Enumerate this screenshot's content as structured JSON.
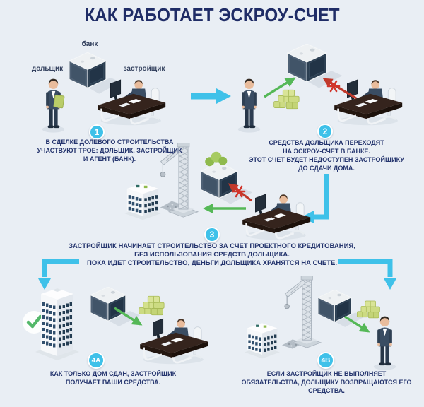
{
  "title": "КАК РАБОТАЕТ ЭСКРОУ-СЧЕТ",
  "colors": {
    "background": "#e9eef4",
    "heading_navy": "#1f2c66",
    "caption_navy": "#25356e",
    "accent_cyan": "#3fc1e9",
    "arrow_green": "#55b857",
    "arrow_red": "#c0392b",
    "money_green": "#ccdb82",
    "safe_blue": "#2c3f52"
  },
  "icons": {
    "check": "check-icon",
    "blocked": "blocked-asterisk-icon",
    "bank_safe": "bank-safe-cube",
    "money": "money-stack",
    "crane": "construction-crane"
  },
  "steps": {
    "s1": {
      "number": "1",
      "labels": {
        "bank": "банк",
        "shareholder": "дольщик",
        "developer": "застройщик"
      },
      "caption_lines": [
        "В СДЕЛКЕ ДОЛЕВОГО СТРОИТЕЛЬСТВА",
        "УЧАСТВУЮТ ТРОЕ: ДОЛЬЩИК, ЗАСТРОЙЩИК",
        "И АГЕНТ (БАНК)."
      ]
    },
    "s2": {
      "number": "2",
      "caption_lines": [
        "СРЕДСТВА ДОЛЬЩИКА ПЕРЕХОДЯТ",
        "НА ЭСКРОУ-СЧЕТ В БАНКЕ.",
        "ЭТОТ СЧЕТ БУДЕТ НЕДОСТУПЕН ЗАСТРОЙЩИКУ",
        "ДО СДАЧИ ДОМА."
      ]
    },
    "s3": {
      "number": "3",
      "caption_lines": [
        "ЗАСТРОЙЩИК НАЧИНАЕТ СТРОИТЕЛЬСТВО ЗА СЧЕТ ПРОЕКТНОГО КРЕДИТОВАНИЯ,",
        "БЕЗ ИСПОЛЬЗОВАНИЯ СРЕДСТВ ДОЛЬЩИКА.",
        "ПОКА ИДЕТ СТРОИТЕЛЬСТВО, ДЕНЬГИ ДОЛЬЩИКА ХРАНЯТСЯ НА СЧЕТЕ."
      ]
    },
    "s4a": {
      "number": "4A",
      "caption_lines": [
        "КАК ТОЛЬКО ДОМ СДАН, ЗАСТРОЙЩИК",
        "ПОЛУЧАЕТ ВАШИ СРЕДСТВА."
      ]
    },
    "s4b": {
      "number": "4B",
      "caption_lines": [
        "ЕСЛИ ЗАСТРОЙЩИК НЕ ВЫПОЛНЯЕТ",
        "ОБЯЗАТЕЛЬСТВА, ДОЛЬЩИКУ ВОЗВРАЩАЮТСЯ ЕГО",
        "СРЕДСТВА."
      ]
    }
  }
}
